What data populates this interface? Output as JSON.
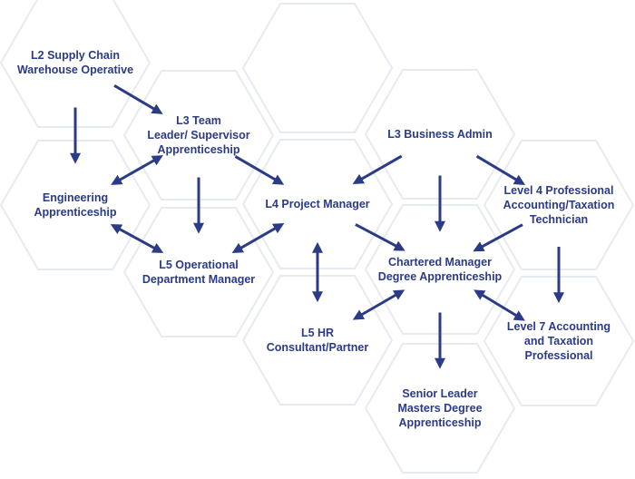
{
  "colors": {
    "hex_outline": "#e6eaf1",
    "arrow": "#2b3b86",
    "text": "#2b3b86"
  },
  "nodes": [
    {
      "id": "l2-supply-chain",
      "lines": [
        "L2 Supply Chain",
        "Warehouse Operative"
      ]
    },
    {
      "id": "l3-team-leader",
      "lines": [
        "L3 Team",
        "Leader/ Supervisor",
        "Apprenticeship"
      ]
    },
    {
      "id": "engineering",
      "lines": [
        "Engineering",
        "Apprenticeship"
      ]
    },
    {
      "id": "l5-operational",
      "lines": [
        "L5 Operational",
        "Department Manager"
      ]
    },
    {
      "id": "l4-project-manager",
      "lines": [
        "L4 Project Manager"
      ]
    },
    {
      "id": "l5-hr",
      "lines": [
        "L5 HR",
        "Consultant/Partner"
      ]
    },
    {
      "id": "l3-business-admin",
      "lines": [
        "L3 Business Admin"
      ]
    },
    {
      "id": "chartered-manager",
      "lines": [
        "Chartered Manager",
        "Degree Apprenticeship"
      ]
    },
    {
      "id": "senior-leader",
      "lines": [
        "Senior Leader",
        "Masters Degree",
        "Apprenticeship"
      ]
    },
    {
      "id": "level4-accounting",
      "lines": [
        "Level 4 Professional",
        "Accounting/Taxation",
        "Technician"
      ]
    },
    {
      "id": "level7-accounting",
      "lines": [
        "Level 7 Accounting",
        "and Taxation",
        "Professional"
      ]
    }
  ],
  "edges": [
    {
      "from": "l2-supply-chain",
      "to": "engineering",
      "both": false
    },
    {
      "from": "l2-supply-chain",
      "to": "l3-team-leader",
      "both": false
    },
    {
      "from": "engineering",
      "to": "l3-team-leader",
      "both": true
    },
    {
      "from": "l3-team-leader",
      "to": "l5-operational",
      "both": false
    },
    {
      "from": "l3-team-leader",
      "to": "l4-project-manager",
      "both": false
    },
    {
      "from": "engineering",
      "to": "l5-operational",
      "both": true
    },
    {
      "from": "l5-operational",
      "to": "l4-project-manager",
      "both": true
    },
    {
      "from": "l4-project-manager",
      "to": "l5-hr",
      "both": true
    },
    {
      "from": "l4-project-manager",
      "to": "chartered-manager",
      "both": false
    },
    {
      "from": "l3-business-admin",
      "to": "l4-project-manager",
      "both": false
    },
    {
      "from": "l3-business-admin",
      "to": "chartered-manager",
      "both": false
    },
    {
      "from": "l3-business-admin",
      "to": "level4-accounting",
      "both": false
    },
    {
      "from": "level4-accounting",
      "to": "chartered-manager",
      "both": false
    },
    {
      "from": "level4-accounting",
      "to": "level7-accounting",
      "both": false
    },
    {
      "from": "chartered-manager",
      "to": "l5-hr",
      "both": true
    },
    {
      "from": "chartered-manager",
      "to": "level7-accounting",
      "both": true
    },
    {
      "from": "chartered-manager",
      "to": "senior-leader",
      "both": false
    }
  ]
}
